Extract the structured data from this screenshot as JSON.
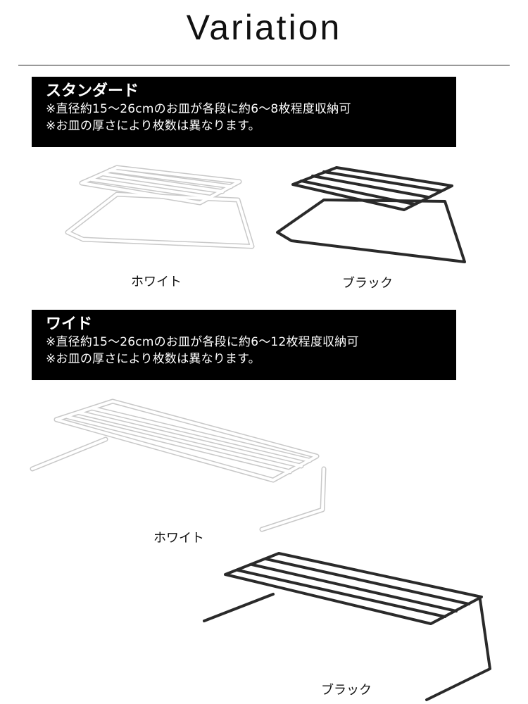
{
  "page": {
    "title": "Variation"
  },
  "sections": [
    {
      "name": "スタンダード",
      "notes": [
        "※直径約15〜26cmのお皿が各段に約6〜8枚程度収納可",
        "※お皿の厚さにより枚数は異なります。"
      ],
      "variants": [
        {
          "label": "ホワイト",
          "color": "#ffffff"
        },
        {
          "label": "ブラック",
          "color": "#2a2a2a"
        }
      ]
    },
    {
      "name": "ワイド",
      "notes": [
        "※直径約15〜26cmのお皿が各段に約6〜12枚程度収納可",
        "※お皿の厚さにより枚数は異なります。"
      ],
      "variants": [
        {
          "label": "ホワイト",
          "color": "#ffffff"
        },
        {
          "label": "ブラック",
          "color": "#2a2a2a"
        }
      ]
    }
  ]
}
